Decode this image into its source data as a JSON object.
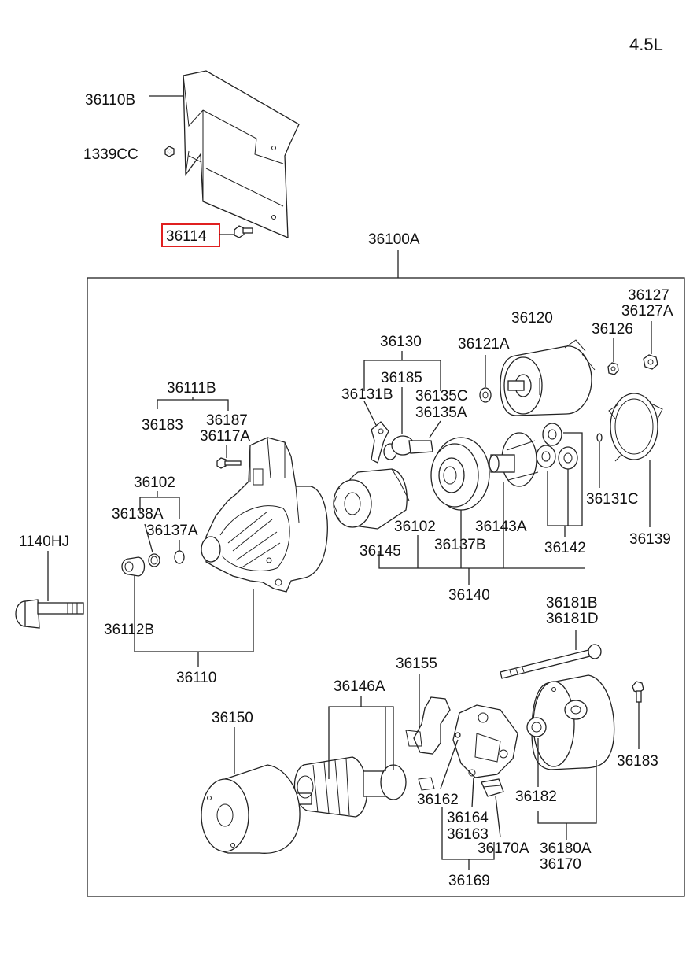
{
  "engine": "4.5L",
  "labels": {
    "l36110B": "36110B",
    "l1339CC": "1339CC",
    "l36114": "36114",
    "l36100A": "36100A",
    "l36127": "36127",
    "l36127A": "36127A",
    "l36120": "36120",
    "l36126": "36126",
    "l36130": "36130",
    "l36121A": "36121A",
    "l36185": "36185",
    "l36131B": "36131B",
    "l36135C": "36135C",
    "l36135A": "36135A",
    "l36111B": "36111B",
    "l36183a": "36183",
    "l36187": "36187",
    "l36117A": "36117A",
    "l36102a": "36102",
    "l36138A": "36138A",
    "l36137A": "36137A",
    "l36131C": "36131C",
    "l36139": "36139",
    "l1140HJ": "1140HJ",
    "l36102b": "36102",
    "l36143A": "36143A",
    "l36145": "36145",
    "l36137B": "36137B",
    "l36142": "36142",
    "l36112B": "36112B",
    "l36140": "36140",
    "l36181B": "36181B",
    "l36181D": "36181D",
    "l36110": "36110",
    "l36155": "36155",
    "l36146A": "36146A",
    "l36150": "36150",
    "l36183b": "36183",
    "l36182": "36182",
    "l36162": "36162",
    "l36164": "36164",
    "l36163": "36163",
    "l36170A": "36170A",
    "l36180A": "36180A",
    "l36170": "36170",
    "l36169": "36169"
  },
  "colors": {
    "highlight": "#e02020",
    "line": "#222222"
  }
}
